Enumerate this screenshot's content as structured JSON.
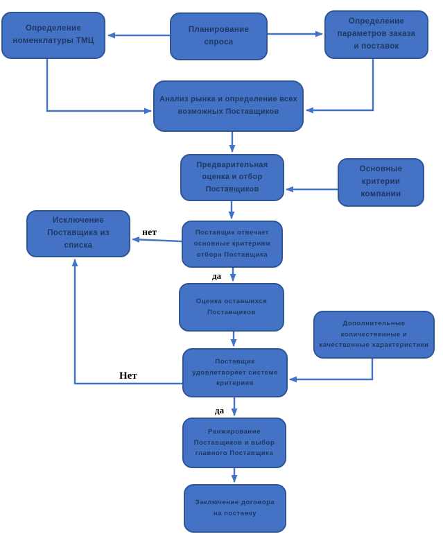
{
  "diagram": {
    "type": "flowchart",
    "language": "ru",
    "colors": {
      "node_fill": "#4472C4",
      "node_border": "#2F5597",
      "arrow": "#4472C4",
      "node_text": "#1F3864",
      "label_text": "#000000",
      "background": "#FFFFFF"
    },
    "nodes": [
      {
        "id": "define-nomenclature",
        "text": "Определение\nноменклатуры ТМЦ"
      },
      {
        "id": "demand-planning",
        "text": "Планирование\nспроса"
      },
      {
        "id": "order-parameters",
        "text": "Определение\nпараметров заказа\nи поставок"
      },
      {
        "id": "market-analysis",
        "text": "Анализ рынка и определение всех\nвозможных Поставщиков"
      },
      {
        "id": "preliminary-evaluation",
        "text": "Предварительная\nоценка и отбор\nПоставщиков"
      },
      {
        "id": "company-criteria",
        "text": "Основные\nкритерии\nкомпании"
      },
      {
        "id": "meets-basic-criteria",
        "text": "Поставщик отвечает\nосновные критериям\nотбора Поставщика"
      },
      {
        "id": "exclude-supplier",
        "text": "Исключение\nПоставщика из\nсписка"
      },
      {
        "id": "evaluate-remaining",
        "text": "Оценка оставшихся\nПоставщиков"
      },
      {
        "id": "additional-characteristics",
        "text": "Дополнительные\nколичественные и\nкачественные характеристики"
      },
      {
        "id": "meets-criteria-system",
        "text": "Поставщик\nудовлетворяет системе\nкритериев"
      },
      {
        "id": "ranking",
        "text": "Ранжирование\nПоставщиков и выбор\nглавного Поставщика"
      },
      {
        "id": "contract",
        "text": "Заключение договора\nна поставку"
      }
    ],
    "labels": [
      {
        "id": "label-net-1",
        "text": "нет"
      },
      {
        "id": "label-da-1",
        "text": "да"
      },
      {
        "id": "label-net-2",
        "text": "Нет"
      },
      {
        "id": "label-da-2",
        "text": "да"
      }
    ],
    "edges": [
      {
        "from": "demand-planning",
        "to": "define-nomenclature"
      },
      {
        "from": "demand-planning",
        "to": "order-parameters"
      },
      {
        "from": "define-nomenclature",
        "to": "market-analysis"
      },
      {
        "from": "order-parameters",
        "to": "market-analysis"
      },
      {
        "from": "market-analysis",
        "to": "preliminary-evaluation"
      },
      {
        "from": "company-criteria",
        "to": "preliminary-evaluation"
      },
      {
        "from": "preliminary-evaluation",
        "to": "meets-basic-criteria"
      },
      {
        "from": "meets-basic-criteria",
        "to": "exclude-supplier",
        "label": "нет"
      },
      {
        "from": "meets-basic-criteria",
        "to": "evaluate-remaining",
        "label": "да"
      },
      {
        "from": "evaluate-remaining",
        "to": "meets-criteria-system"
      },
      {
        "from": "additional-characteristics",
        "to": "meets-criteria-system"
      },
      {
        "from": "meets-criteria-system",
        "to": "exclude-supplier",
        "label": "Нет"
      },
      {
        "from": "meets-criteria-system",
        "to": "ranking",
        "label": "да"
      },
      {
        "from": "ranking",
        "to": "contract"
      }
    ]
  }
}
